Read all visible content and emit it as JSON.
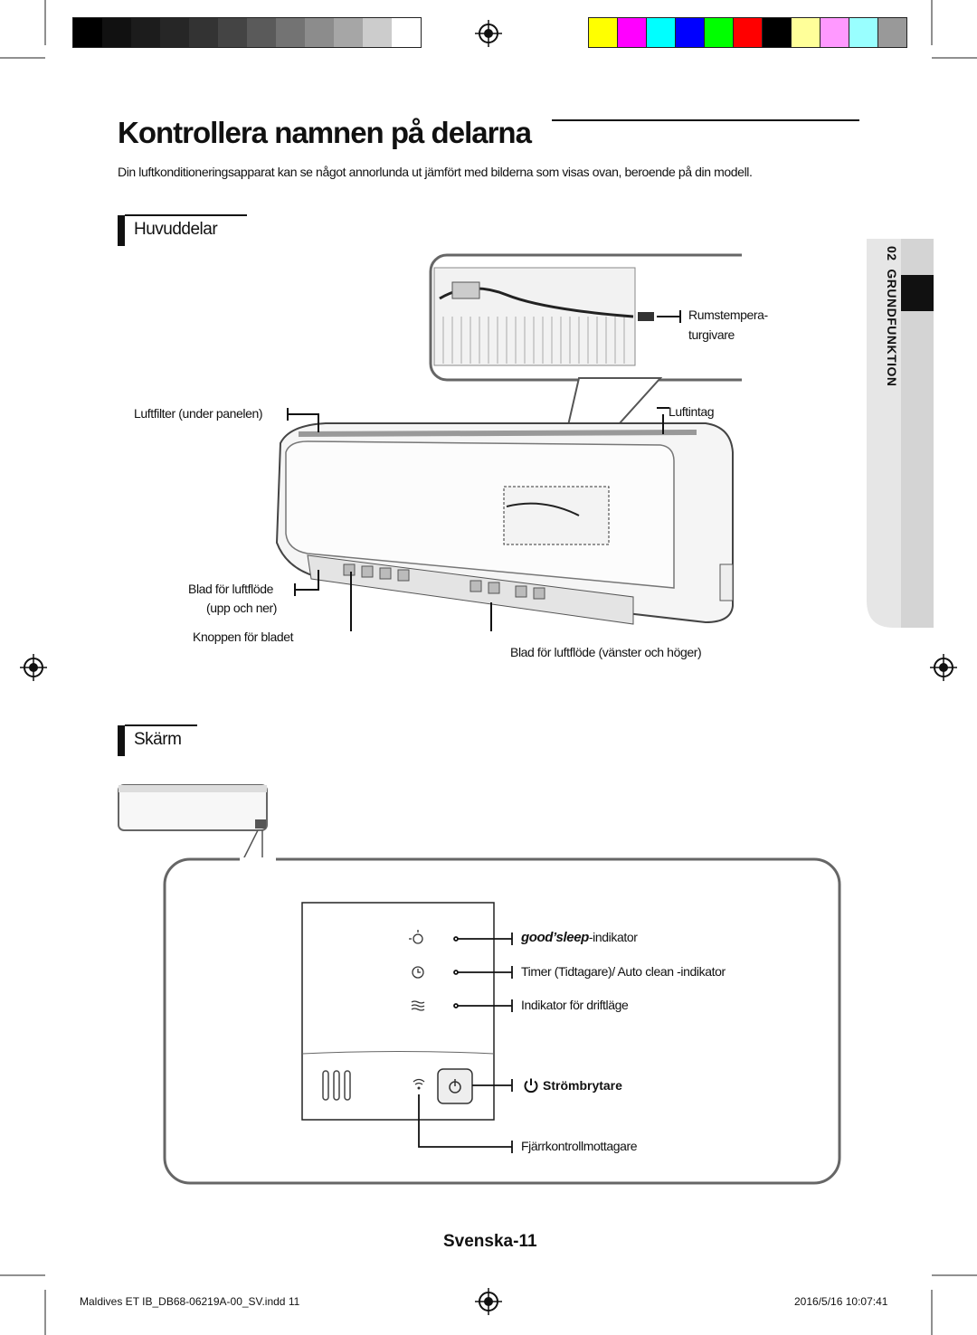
{
  "page": {
    "title": "Kontrollera namnen på delarna",
    "intro": "Din luftkonditioneringsapparat kan se något annorlunda ut jämfört med bilderna som visas ovan, beroende på din modell.",
    "page_number": "Svenska-11"
  },
  "side_tab": {
    "number": "02",
    "label": "GRUNDFUNKTION"
  },
  "sections": {
    "main_parts": {
      "heading": "Huvuddelar",
      "labels": {
        "sensor_line1": "Rumstempera-",
        "sensor_line2": "turgivare",
        "air_filter": "Luftfilter (under panelen)",
        "air_intake": "Luftintag",
        "blade_updown_line1": "Blad för luftflöde",
        "blade_updown_line2": "(upp och ner)",
        "blade_button": "Knoppen för bladet",
        "blade_leftright": "Blad för luftflöde (vänster och höger)"
      }
    },
    "display": {
      "heading": "Skärm",
      "labels": {
        "good_sleep_brand": "good’sleep",
        "good_sleep_suffix": "-indikator",
        "timer": "Timer (Tidtagare)/ Auto clean -indikator",
        "mode": "Indikator för driftläge",
        "power": "Strömbrytare",
        "remote": "Fjärrkontrollmottagare"
      }
    }
  },
  "footer": {
    "file": "Maldives ET IB_DB68-06219A-00_SV.indd   11",
    "timestamp": "2016/5/16   10:07:41"
  },
  "print_marks": {
    "gray_swatches": [
      "#000000",
      "#111111",
      "#1c1c1c",
      "#262626",
      "#333333",
      "#444444",
      "#5a5a5a",
      "#737373",
      "#8c8c8c",
      "#a6a6a6",
      "#cccccc",
      "#ffffff"
    ],
    "color_swatches": [
      "#ffff00",
      "#ff00ff",
      "#00ffff",
      "#0000ff",
      "#00ff00",
      "#ff0000",
      "#000000",
      "#ffff99",
      "#ff99ff",
      "#99ffff",
      "#999999"
    ]
  }
}
